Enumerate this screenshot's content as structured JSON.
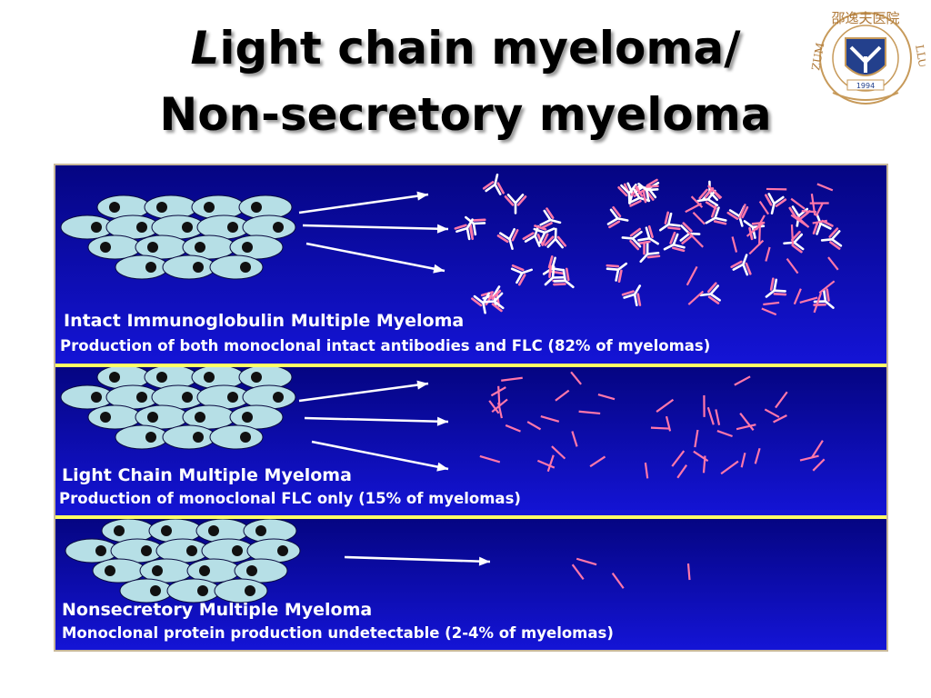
{
  "title": {
    "line1_first": "L",
    "line1_rest": "ight chain myeloma/",
    "line2": "Non-secretory myeloma"
  },
  "logo": {
    "chinese_text": "邵逸夫医院",
    "left_text": "ZUM",
    "right_text": "LLU",
    "year": "1994"
  },
  "panels": [
    {
      "heading": "Intact Immunoglobulin Multiple Myeloma",
      "description": "Production of both monoclonal intact antibodies and FLC (82% of myelomas)"
    },
    {
      "heading": "Light Chain Multiple Myeloma",
      "description": "Production of monoclonal FLC only (15% of myelomas)"
    },
    {
      "heading": "Nonsecretory Multiple Myeloma",
      "description": "Monoclonal protein production undetectable (2-4% of myelomas)"
    }
  ],
  "colors": {
    "panel_background": "#1010c0",
    "separator": "#ffff66",
    "cell_fill": "#b6dfe6",
    "nucleus": "#111111",
    "light_chain": "#ff77aa",
    "antibody": "#ffffff"
  }
}
